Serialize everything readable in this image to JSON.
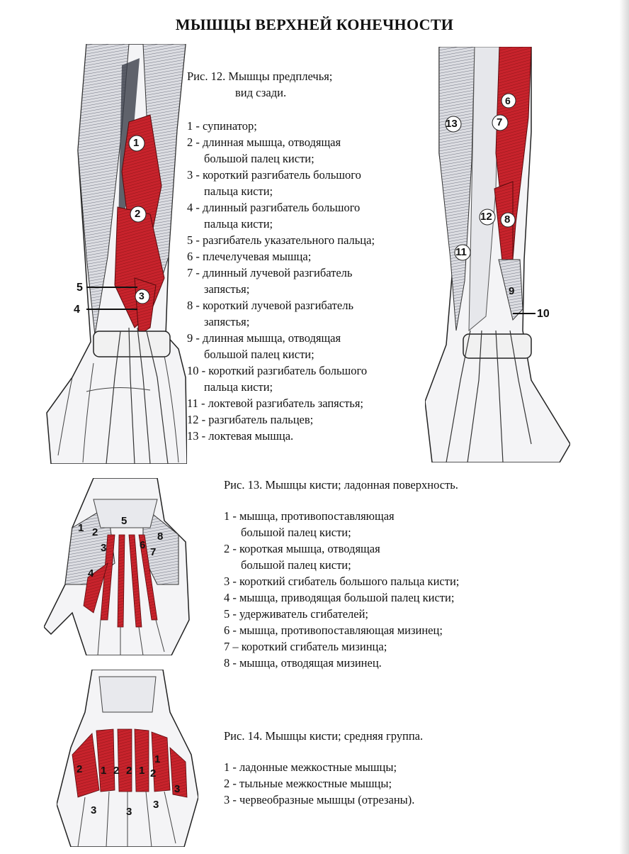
{
  "title": "МЫШЦЫ ВЕРХНЕЙ КОНЕЧНОСТИ",
  "fig12": {
    "caption_line1": "Рис. 12. Мышцы предплечья;",
    "caption_line2": "вид сзади.",
    "items": [
      {
        "a": "1 - супинатор;",
        "b": ""
      },
      {
        "a": "2 - длинная мышца, отводящая",
        "b": "большой палец кисти;"
      },
      {
        "a": "3 - короткий разгибатель большого",
        "b": "пальца кисти;"
      },
      {
        "a": "4 - длинный разгибатель большого",
        "b": "пальца кисти;"
      },
      {
        "a": "5 - разгибатель указательного пальца;",
        "b": ""
      },
      {
        "a": "6 - плечелучевая мышца;",
        "b": ""
      },
      {
        "a": "7 - длинный лучевой разгибатель",
        "b": "запястья;"
      },
      {
        "a": "8 - короткий лучевой разгибатель",
        "b": "запястья;"
      },
      {
        "a": "9 - длинная мышца, отводящая",
        "b": "большой палец кисти;"
      },
      {
        "a": "10 - короткий разгибатель  большого",
        "b": "пальца кисти;"
      },
      {
        "a": "11 - локтевой разгибатель запястья;",
        "b": ""
      },
      {
        "a": "12 - разгибатель пальцев;",
        "b": ""
      },
      {
        "a": "13 - локтевая мышца.",
        "b": ""
      }
    ],
    "left_labels": [
      "1",
      "2",
      "3",
      "4",
      "5"
    ],
    "right_labels": [
      "6",
      "7",
      "8",
      "9",
      "10",
      "11",
      "12",
      "13"
    ]
  },
  "fig13": {
    "caption": "Рис. 13. Мышцы кисти; ладонная поверхность.",
    "items": [
      {
        "a": "1 - мышца, противопоставляющая",
        "b": "большой палец кисти;"
      },
      {
        "a": "2 - короткая мышца, отводящая",
        "b": "большой палец кисти;"
      },
      {
        "a": "3 - короткий сгибатель большого пальца кисти;",
        "b": ""
      },
      {
        "a": "4 - мышца, приводящая большой палец кисти;",
        "b": ""
      },
      {
        "a": "5 - удерживатель сгибателей;",
        "b": ""
      },
      {
        "a": "6 - мышца, противопоставляющая мизинец;",
        "b": ""
      },
      {
        "a": "7 – короткий сгибатель мизинца;",
        "b": ""
      },
      {
        "a": "8 - мышца, отводящая мизинец.",
        "b": ""
      }
    ],
    "labels": [
      "1",
      "2",
      "3",
      "4",
      "5",
      "6",
      "7",
      "8"
    ]
  },
  "fig14": {
    "caption": "Рис. 14. Мышцы кисти; средняя группа.",
    "items": [
      {
        "a": "1 - ладонные межкостные мышцы;",
        "b": ""
      },
      {
        "a": "2 - тыльные межкостные мышцы;",
        "b": ""
      },
      {
        "a": "3 - червеобразные мышцы (отрезаны).",
        "b": ""
      }
    ],
    "labels": [
      "1",
      "2",
      "3"
    ]
  },
  "colors": {
    "muscle": "#c8232c",
    "muscle_dark": "#8e1519",
    "tendon": "#f2f2f2",
    "outline": "#222222"
  }
}
